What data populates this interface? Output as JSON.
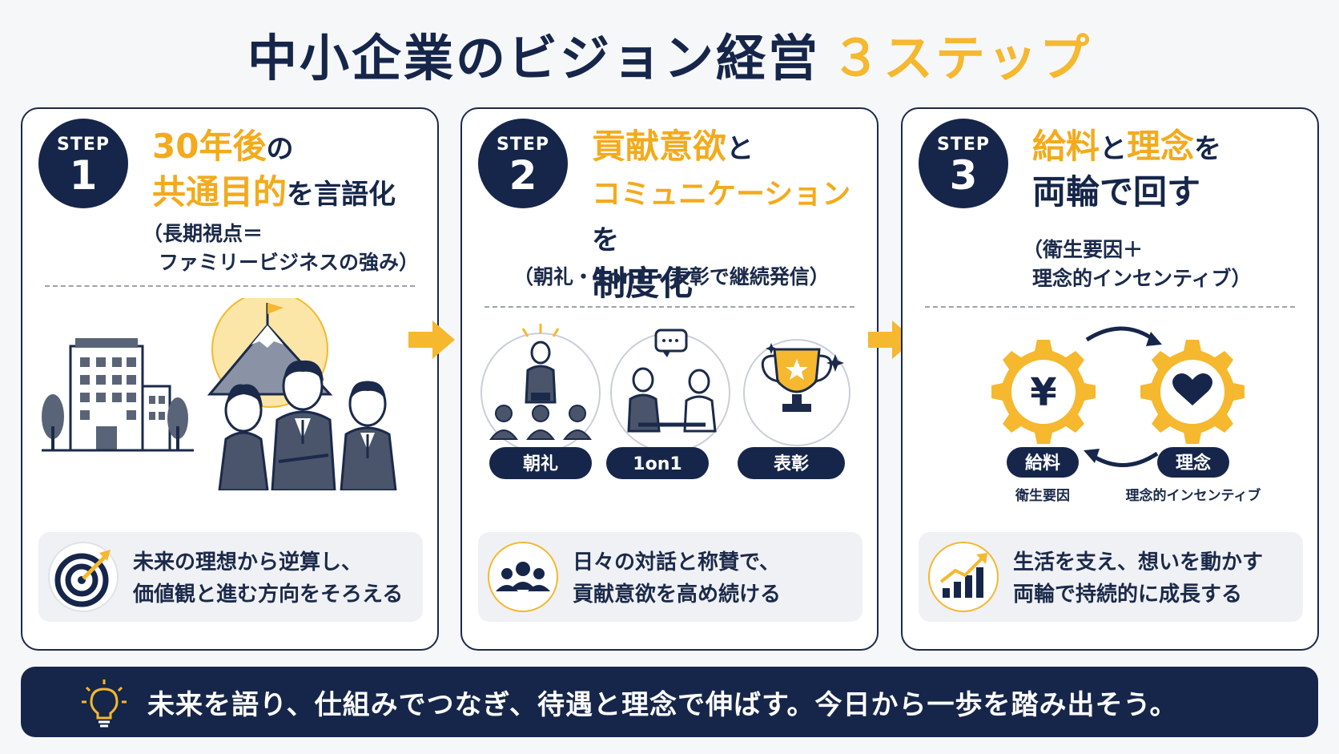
{
  "title": {
    "main": "中小企業のビジョン経営",
    "highlight": "３ステップ"
  },
  "colors": {
    "navy": "#16264a",
    "yellow": "#f5b82e",
    "gray_bg": "#f0f1f4"
  },
  "steps": [
    {
      "badge_label": "STEP",
      "badge_number": "1",
      "heading_y1": "30年後",
      "heading_n1": "の",
      "heading_y2": "共通目的",
      "heading_n2": "を言語化",
      "sub_line1": "（長期視点＝",
      "sub_line2": "ファミリービジネスの強み）",
      "note_line1": "未来の理想から逆算し、",
      "note_line2": "価値観と進む方向をそろえる",
      "note_icon": "target-icon"
    },
    {
      "badge_label": "STEP",
      "badge_number": "2",
      "heading_y1": "貢献意欲",
      "heading_n1": "と",
      "heading_y2": "コミュニケーション",
      "heading_n2": "を",
      "heading_n3": "制度化",
      "sub_line1": "（朝礼・1on1・表彰で継続発信）",
      "pills": [
        "朝礼",
        "1on1",
        "表彰"
      ],
      "note_line1": "日々の対話と称賛で、",
      "note_line2": "貢献意欲を高め続ける",
      "note_icon": "team-icon"
    },
    {
      "badge_label": "STEP",
      "badge_number": "3",
      "heading_y1": "給料",
      "heading_n1": "と",
      "heading_y2": "理念",
      "heading_n2": "を",
      "heading_n3": "両輪で回す",
      "sub_line1": "（衛生要因＋",
      "sub_line2": "理念的インセンティブ）",
      "gear_left_symbol": "¥",
      "gear_left_label": "給料",
      "gear_left_caption": "衛生要因",
      "gear_right_label": "理念",
      "gear_right_caption": "理念的インセンティブ",
      "note_line1": "生活を支え、想いを動かす",
      "note_line2": "両輪で持続的に成長する",
      "note_icon": "growth-chart-icon"
    }
  ],
  "footer": {
    "text": "未来を語り、仕組みでつなぎ、待遇と理念で伸ばす。今日から一歩を踏み出そう。",
    "icon": "lightbulb-icon"
  }
}
